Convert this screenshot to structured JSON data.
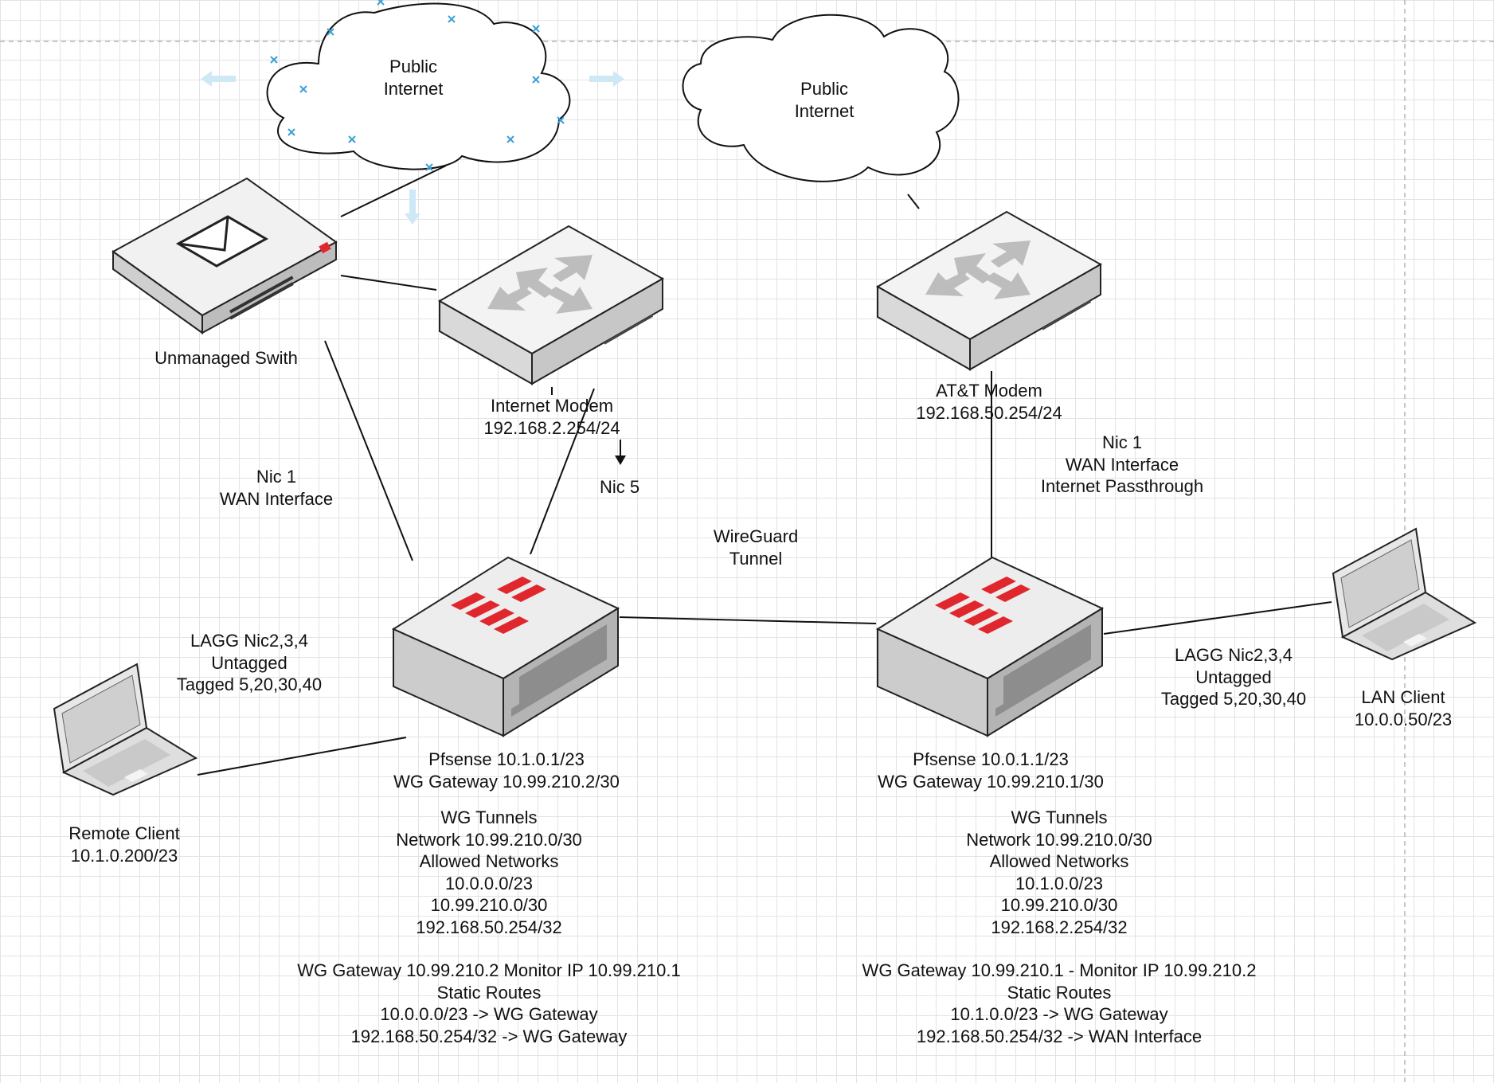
{
  "clouds": [
    {
      "id": "cloud-left",
      "lines": [
        "Public",
        "Internet"
      ]
    },
    {
      "id": "cloud-right",
      "lines": [
        "Public",
        "Internet"
      ]
    }
  ],
  "devices": {
    "unmanaged_switch": {
      "lines": [
        "Unmanaged Swith"
      ],
      "icon": "network-switch-icon"
    },
    "internet_modem": {
      "lines": [
        "Internet Modem",
        "192.168.2.254/24"
      ],
      "icon": "router-icon"
    },
    "att_modem": {
      "lines": [
        "AT&T Modem",
        "192.168.50.254/24"
      ],
      "icon": "router-icon"
    },
    "pfsense_left": {
      "lines": [
        "Pfsense 10.1.0.1/23",
        "WG Gateway 10.99.210.2/30"
      ],
      "icon": "firewall-appliance-icon"
    },
    "pfsense_right": {
      "lines": [
        "Pfsense 10.0.1.1/23",
        "WG Gateway 10.99.210.1/30"
      ],
      "icon": "firewall-appliance-icon"
    },
    "remote_client": {
      "lines": [
        "Remote Client",
        "10.1.0.200/23"
      ],
      "icon": "laptop-icon"
    },
    "lan_client": {
      "lines": [
        "LAN Client",
        "10.0.0.50/23"
      ],
      "icon": "laptop-icon"
    }
  },
  "edge_labels": {
    "nic1_left": [
      "Nic 1",
      "WAN Interface"
    ],
    "nic5": [
      "Nic 5"
    ],
    "nic1_right": [
      "Nic 1",
      "WAN Interface",
      "Internet Passthrough"
    ],
    "wireguard": [
      "WireGuard",
      "Tunnel"
    ],
    "lagg_left": [
      "LAGG Nic2,3,4",
      "Untagged",
      "Tagged 5,20,30,40"
    ],
    "lagg_right": [
      "LAGG Nic2,3,4",
      "Untagged",
      "Tagged 5,20,30,40"
    ]
  },
  "notes": {
    "left": {
      "tunnels": [
        "WG Tunnels",
        "Network 10.99.210.0/30",
        "Allowed Networks",
        "10.0.0.0/23",
        "10.99.210.0/30",
        "192.168.50.254/32"
      ],
      "routes": [
        "WG Gateway 10.99.210.2 Monitor IP 10.99.210.1",
        "Static Routes",
        "10.0.0.0/23 -> WG Gateway",
        "192.168.50.254/32 -> WG Gateway"
      ]
    },
    "right": {
      "tunnels": [
        "WG Tunnels",
        "Network 10.99.210.0/30",
        "Allowed Networks",
        "10.1.0.0/23",
        "10.99.210.0/30",
        "192.168.2.254/32"
      ],
      "routes": [
        "WG Gateway 10.99.210.1 - Monitor IP 10.99.210.2",
        "Static Routes",
        "10.1.0.0/23 -> WG Gateway",
        "192.168.50.254/32 -> WAN Interface"
      ]
    }
  },
  "colors": {
    "grid": "#e3e3e3",
    "line": "#111111",
    "firewall_logo": "#e0272d",
    "selection_handle": "#3aa0d6",
    "drag_arrow": "#cfe8f6"
  }
}
